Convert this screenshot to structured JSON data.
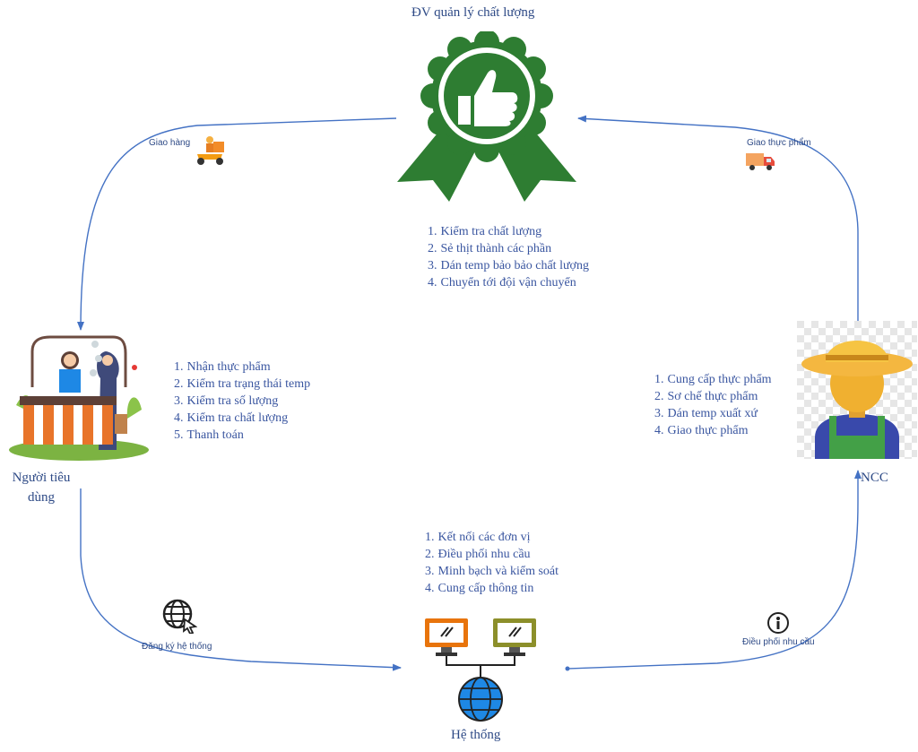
{
  "nodes": {
    "quality": {
      "title": "ĐV quản lý chất lượng",
      "steps": [
        "Kiểm tra chất lượng",
        "Sẻ thịt thành các phần",
        "Dán temp bảo bảo chất lượng",
        "Chuyển tới đội vận chuyển"
      ]
    },
    "consumer": {
      "title_line1": "Người tiêu",
      "title_line2": "dùng",
      "steps": [
        "Nhận thực phẩm",
        "Kiểm tra trạng thái temp",
        "Kiểm tra số lượng",
        "Kiểm tra chất lượng",
        "Thanh toán"
      ]
    },
    "supplier": {
      "title": "NCC",
      "steps": [
        "Cung cấp thực phẩm",
        "Sơ chế thực phẩm",
        "Dán temp xuất xứ",
        "Giao thực phẩm"
      ]
    },
    "system": {
      "title": "Hệ thống",
      "steps": [
        "Kết nối các đơn vị",
        "Điều phối nhu cầu",
        "Minh bạch và kiểm soát",
        "Cung cấp thông tin"
      ]
    }
  },
  "edges": {
    "quality_to_consumer": "Giao hàng",
    "supplier_to_quality": "Giao thực phẩm",
    "consumer_to_system": "Đăng ký hệ thống",
    "system_to_supplier": "Điều phối nhu cầu"
  },
  "colors": {
    "badge_green": "#2e7d32",
    "arrow_blue": "#4472c4",
    "monitor_orange": "#e8740c",
    "monitor_olive": "#8c8f2a",
    "globe_blue": "#1e88e5"
  },
  "icons": [
    "thumbs-up-badge-icon",
    "delivery-scooter-icon",
    "delivery-truck-icon",
    "farmer-icon",
    "market-stall-icon",
    "globe-cursor-icon",
    "info-icon",
    "network-computers-icon"
  ]
}
